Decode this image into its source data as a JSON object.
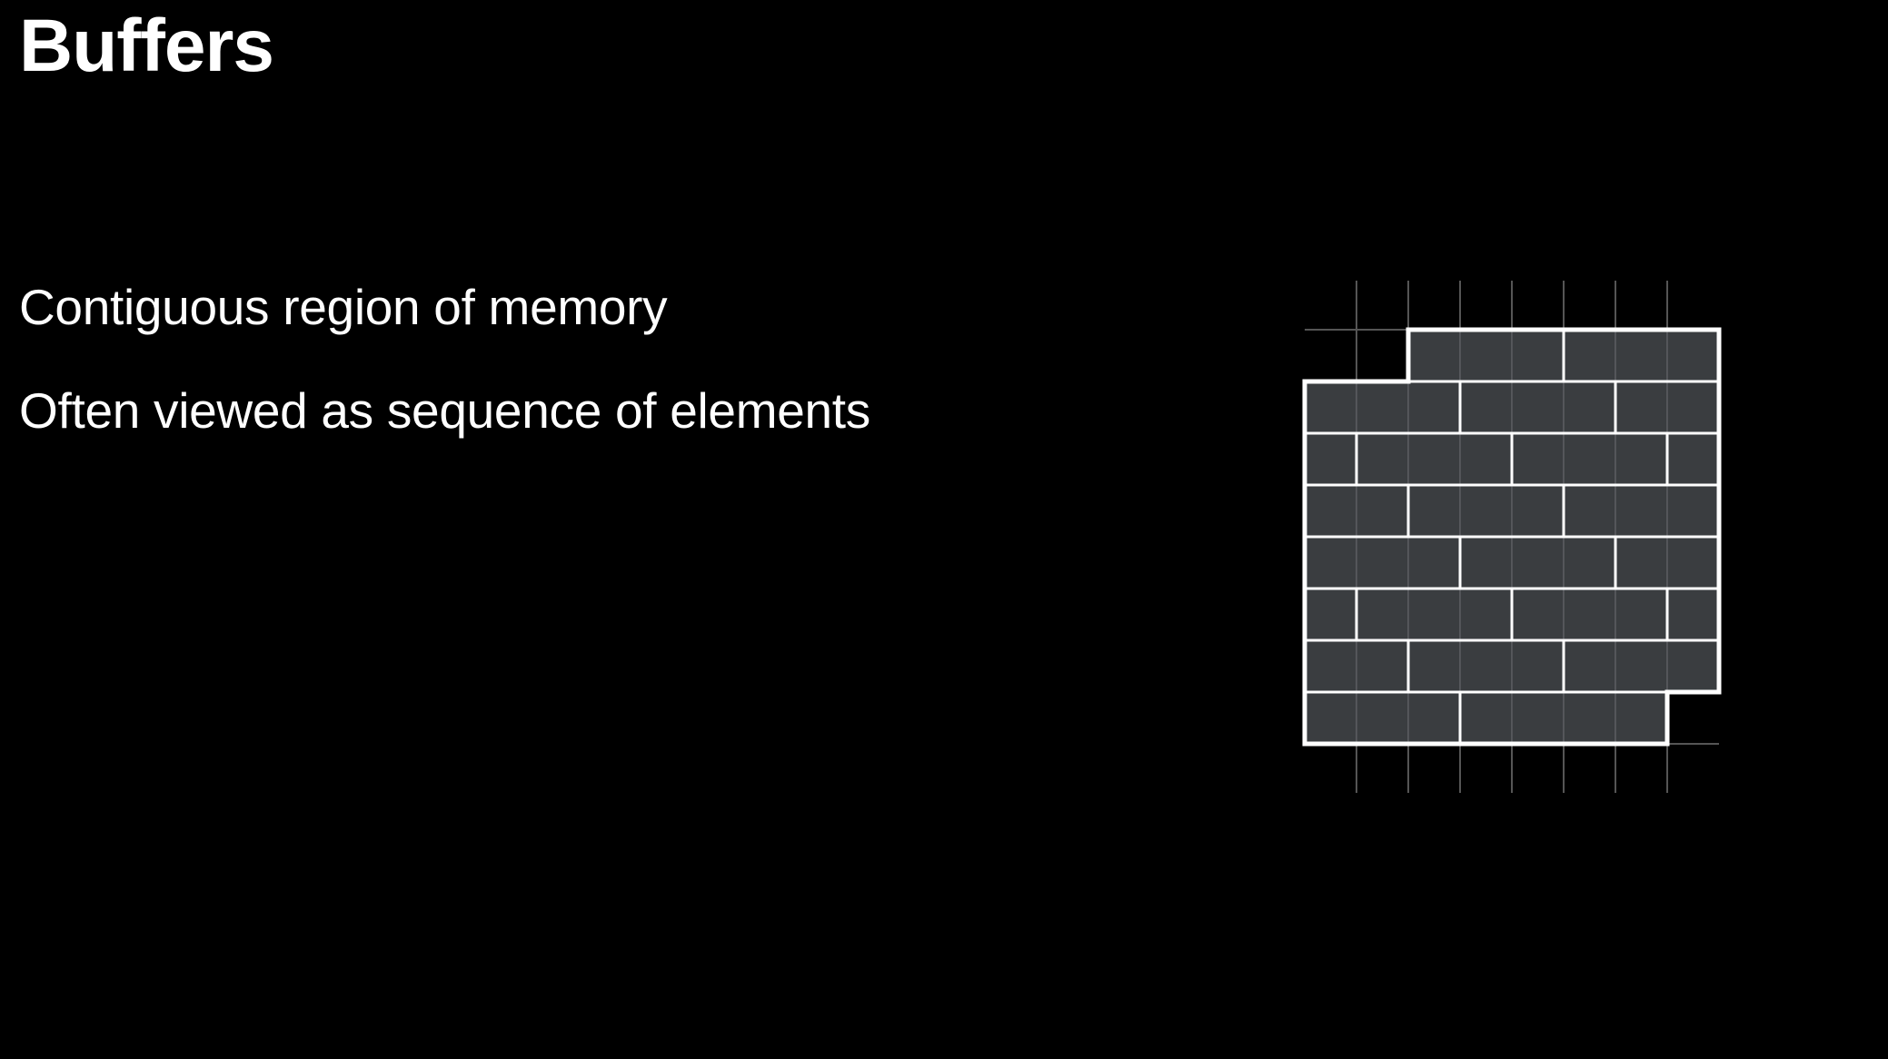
{
  "slide": {
    "title": "Buffers",
    "bullets": [
      "Contiguous region of memory",
      "Often viewed as sequence of elements"
    ]
  },
  "diagram": {
    "grid_columns": 8,
    "grid_rows": 8,
    "buffer_start_cell": 2,
    "buffer_end_cell": 62,
    "row_element_breaks": [
      [
        5
      ],
      [
        3,
        6
      ],
      [
        1,
        4,
        7
      ],
      [
        2,
        5
      ],
      [
        3,
        6
      ],
      [
        1,
        4,
        7
      ],
      [
        2,
        5
      ],
      [
        3
      ]
    ],
    "colors": {
      "background": "#000000",
      "cell_fill": "#3a3d40",
      "cell_divider": "#5a5d60",
      "element_divider": "#ffffff",
      "outline": "#ffffff",
      "grid_line": "#555555"
    }
  }
}
